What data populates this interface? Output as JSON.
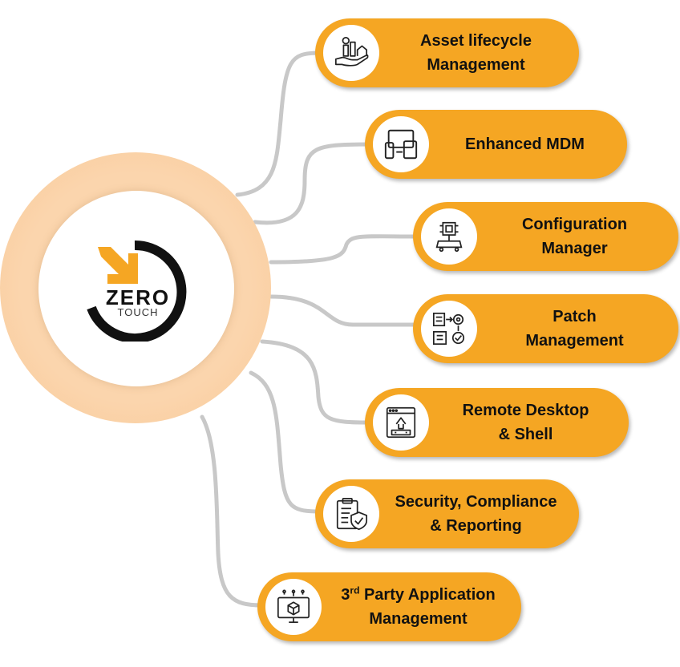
{
  "colors": {
    "pill": "#f5a623",
    "hub_ring": "#fbd5ad",
    "connector": "#c8c8c8",
    "logo_arrow": "#f5a623",
    "logo_ring": "#111111"
  },
  "hub": {
    "logo_zero": "ZERO",
    "logo_touch": "TOUCH",
    "logo_icon": "zero-touch-logo-icon"
  },
  "modules": [
    {
      "icon": "hand-money-icon",
      "line1": "Asset lifecycle",
      "line2": "Management"
    },
    {
      "icon": "devices-icon",
      "line1": "Enhanced MDM",
      "line2": ""
    },
    {
      "icon": "chip-config-icon",
      "line1": "Configuration",
      "line2": "Manager"
    },
    {
      "icon": "patch-workflow-icon",
      "line1": "Patch",
      "line2": "Management"
    },
    {
      "icon": "remote-code-icon",
      "line1": "Remote Desktop",
      "line2": "& Shell"
    },
    {
      "icon": "clipboard-shield-icon",
      "line1": "Security, Compliance",
      "line2": "& Reporting"
    },
    {
      "icon": "monitor-box-icon",
      "line1_prefix": "3",
      "line1_sup": "rd",
      "line1_rest": " Party Application",
      "line2": "Management"
    }
  ]
}
